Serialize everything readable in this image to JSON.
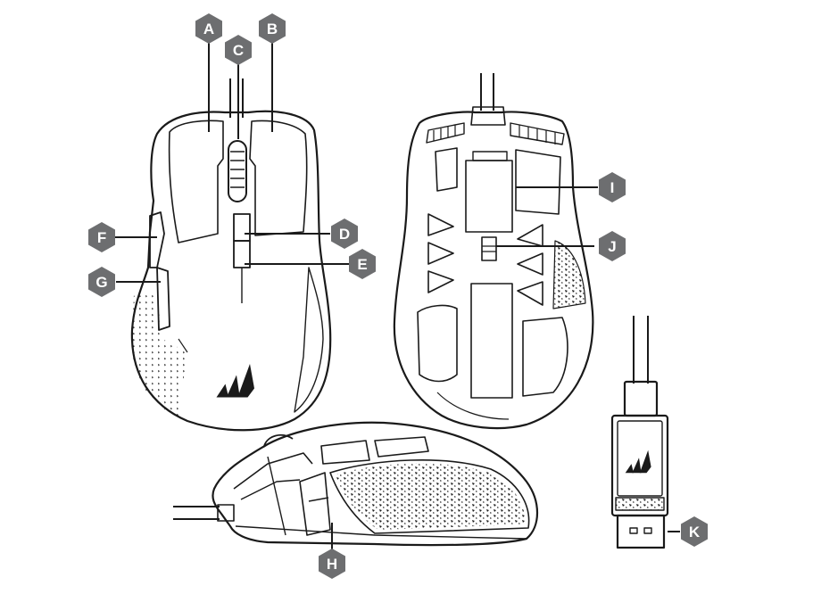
{
  "callouts": [
    {
      "id": "A",
      "label": "A"
    },
    {
      "id": "B",
      "label": "B"
    },
    {
      "id": "C",
      "label": "C"
    },
    {
      "id": "D",
      "label": "D"
    },
    {
      "id": "E",
      "label": "E"
    },
    {
      "id": "F",
      "label": "F"
    },
    {
      "id": "G",
      "label": "G"
    },
    {
      "id": "H",
      "label": "H"
    },
    {
      "id": "I",
      "label": "I"
    },
    {
      "id": "J",
      "label": "J"
    },
    {
      "id": "K",
      "label": "K"
    }
  ],
  "colors": {
    "badge": "#6d6e70",
    "badge_text": "#ffffff",
    "line": "#1a1a1a",
    "background": "#ffffff"
  },
  "icons": {
    "logo": "corsair-sails-logo"
  }
}
